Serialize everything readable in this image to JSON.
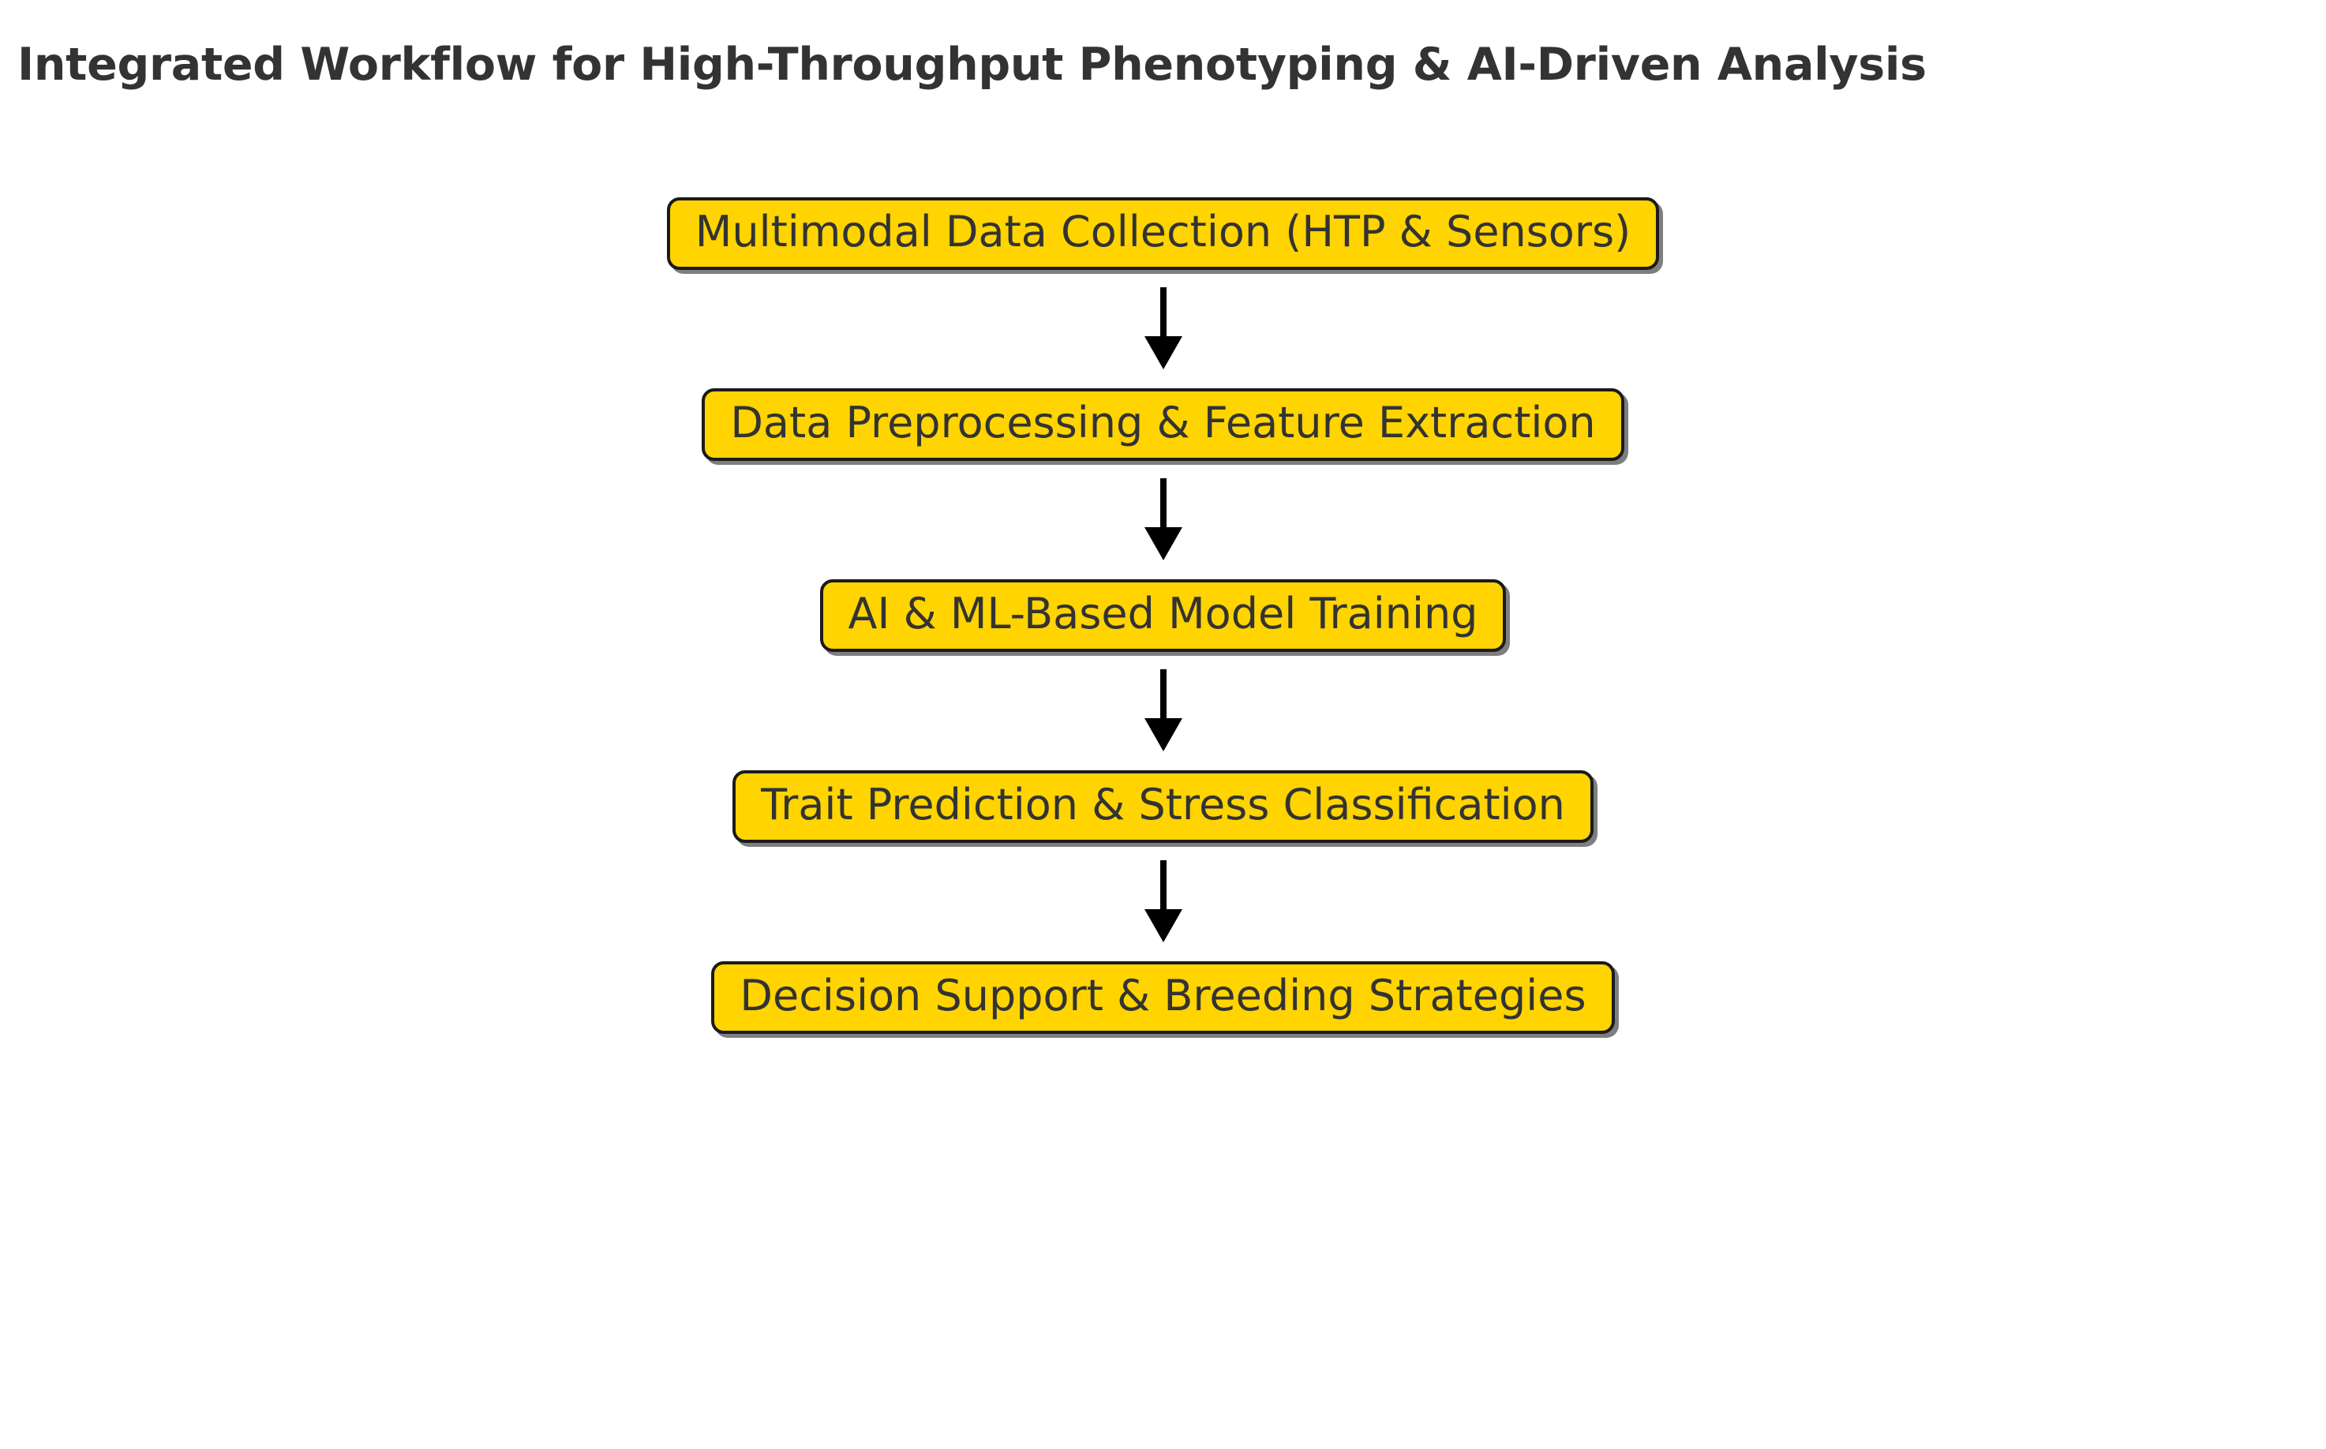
{
  "title": "Integrated Workflow for High-Throughput Phenotyping & AI-Driven Analysis",
  "colors": {
    "node_fill": "#FFD400",
    "node_border": "#1a1a1a",
    "node_text": "#333333",
    "title_text": "#333333",
    "arrow": "#000000",
    "background": "#ffffff"
  },
  "chart_data": {
    "type": "diagram",
    "diagram_kind": "flowchart",
    "orientation": "top-to-bottom",
    "title": "Integrated Workflow for High-Throughput Phenotyping & AI-Driven Analysis",
    "nodes": [
      {
        "id": "n1",
        "label": "Multimodal Data Collection (HTP & Sensors)"
      },
      {
        "id": "n2",
        "label": "Data Preprocessing & Feature Extraction"
      },
      {
        "id": "n3",
        "label": "AI & ML-Based Model Training"
      },
      {
        "id": "n4",
        "label": "Trait Prediction & Stress Classification"
      },
      {
        "id": "n5",
        "label": "Decision Support & Breeding Strategies"
      }
    ],
    "edges": [
      {
        "from": "n1",
        "to": "n2",
        "style": "arrow-down",
        "label": ""
      },
      {
        "from": "n2",
        "to": "n3",
        "style": "arrow-down",
        "label": ""
      },
      {
        "from": "n3",
        "to": "n4",
        "style": "arrow-down",
        "label": ""
      },
      {
        "from": "n4",
        "to": "n5",
        "style": "arrow-down",
        "label": ""
      }
    ]
  },
  "steps": [
    {
      "label": "Multimodal Data Collection (HTP & Sensors)"
    },
    {
      "label": "Data Preprocessing & Feature Extraction"
    },
    {
      "label": "AI & ML-Based Model Training"
    },
    {
      "label": "Trait Prediction & Stress Classification"
    },
    {
      "label": "Decision Support & Breeding Strategies"
    }
  ],
  "arrow_icon_name": "arrow-down-icon"
}
